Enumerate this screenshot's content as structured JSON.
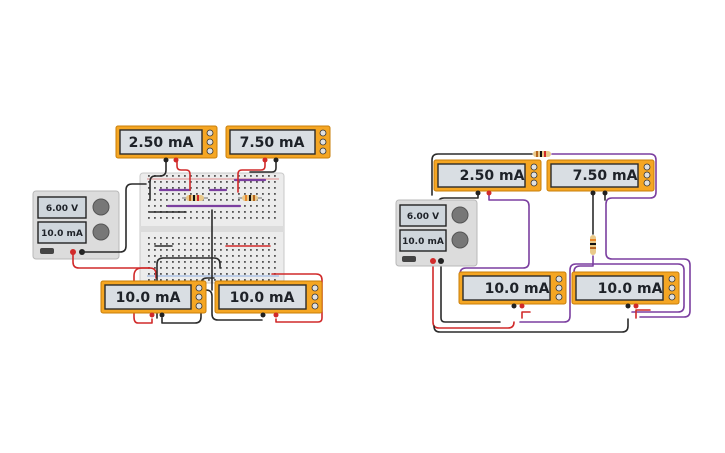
{
  "circuits": [
    {
      "name": "breadboard-circuit",
      "power_supply": {
        "voltage": "6.00 V",
        "current": "10.0 mA"
      },
      "meters": [
        {
          "id": "meter-top-left",
          "reading": "2.50 mA"
        },
        {
          "id": "meter-top-right",
          "reading": "7.50 mA"
        },
        {
          "id": "meter-bottom-left",
          "reading": "10.0 mA"
        },
        {
          "id": "meter-bottom-right",
          "reading": "10.0 mA"
        }
      ]
    },
    {
      "name": "schematic-circuit",
      "power_supply": {
        "voltage": "6.00 V",
        "current": "10.0 mA"
      },
      "meters": [
        {
          "id": "meter-top-left",
          "reading": "2.50 mA"
        },
        {
          "id": "meter-top-right",
          "reading": "7.50 mA"
        },
        {
          "id": "meter-bottom-left",
          "reading": "10.0 mA"
        },
        {
          "id": "meter-bottom-right",
          "reading": "10.0 mA"
        }
      ]
    }
  ],
  "colors": {
    "meter_body": "#f5a623",
    "meter_border": "#c97f0a",
    "screen": "#d9dee3",
    "wire_red": "#d12a2a",
    "wire_black": "#2b2b2b",
    "wire_purple": "#7b3fa0",
    "breadboard": "#ececec",
    "supply_body": "#dcdcdc"
  }
}
